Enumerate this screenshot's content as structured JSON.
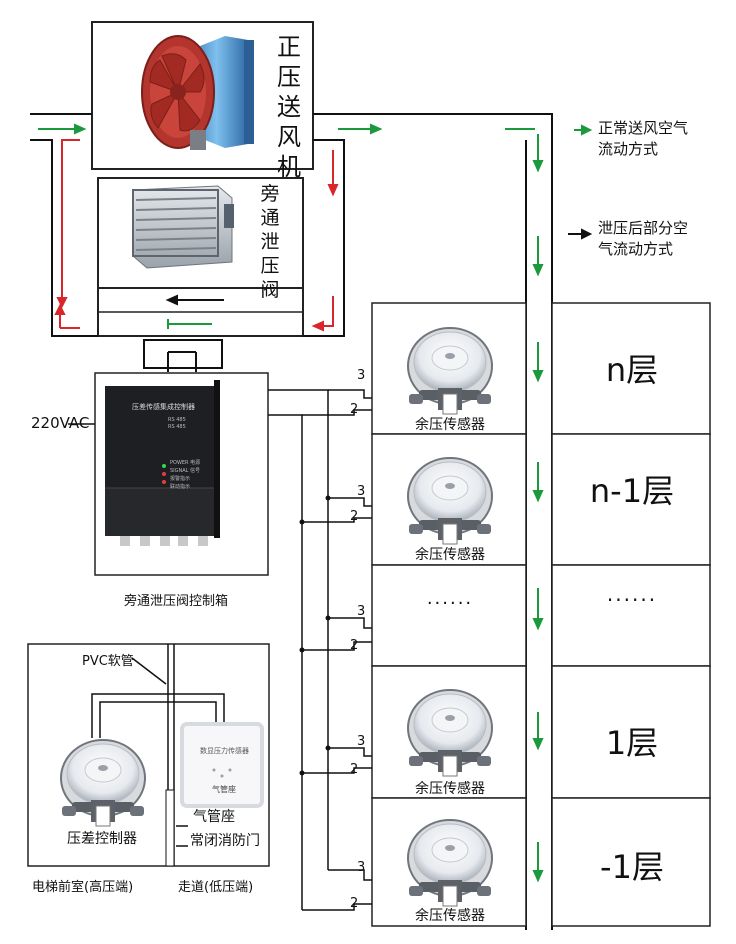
{
  "fan": {
    "label": [
      "正",
      "压",
      "送",
      "风",
      "机"
    ]
  },
  "bypass": {
    "label": [
      "旁",
      "通",
      "泄",
      "压",
      "阀"
    ]
  },
  "legend": {
    "normal": [
      "正常送风空气",
      "流动方式"
    ],
    "relief": [
      "泄压后部分空",
      "气流动方式"
    ]
  },
  "controller": {
    "power_label": "220VAC",
    "caption": "旁通泄压阀控制箱",
    "panel_title": "压差传感集成控制器",
    "panel_lines": [
      "RS 485",
      "RS 485",
      "POWER 电源",
      "SIGNAL 信号",
      "报警指示",
      "联动指示"
    ]
  },
  "floors": [
    {
      "floor": "n层",
      "sensor": "余压传感器",
      "pin_a": "3",
      "pin_b": "2",
      "has_sensor": true
    },
    {
      "floor": "n-1层",
      "sensor": "余压传感器",
      "pin_a": "3",
      "pin_b": "2",
      "has_sensor": true
    },
    {
      "floor": "······",
      "sensor": "······",
      "pin_a": "",
      "pin_b": "",
      "has_sensor": false
    },
    {
      "floor": "1层",
      "sensor": "余压传感器",
      "pin_a": "3",
      "pin_b": "2",
      "has_sensor": true
    },
    {
      "floor": "-1层",
      "sensor": "余压传感器",
      "pin_a": "3",
      "pin_b": "2",
      "has_sensor": true
    }
  ],
  "inset": {
    "pvc": "PVC软管",
    "diff_controller": "压差控制器",
    "air_pipe_seat": "气管座",
    "door": "常闭消防门",
    "left_caption": "电梯前室(高压端)",
    "right_caption": "走道(低压端)",
    "sensor_box_title": "数显压力传感器",
    "sensor_box_sub": "气管座"
  },
  "colors": {
    "green": "#1a9a3c",
    "red": "#d9262a",
    "black": "#111111",
    "fan": "#b5302a",
    "fan_blue": "#3f8fd0"
  }
}
